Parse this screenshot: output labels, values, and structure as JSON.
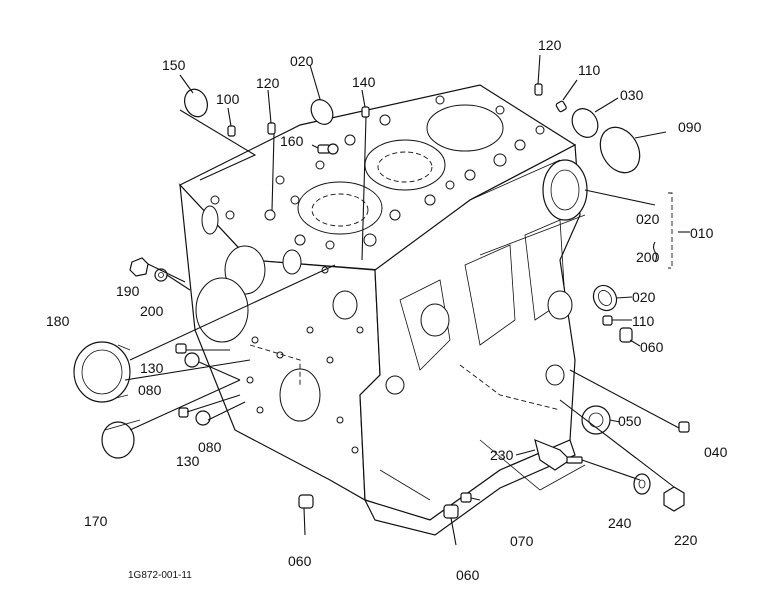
{
  "labels": {
    "l150": "150",
    "l100": "100",
    "l120a": "120",
    "l020a": "020",
    "l140": "140",
    "l160": "160",
    "l120b": "120",
    "l110a": "110",
    "l030": "030",
    "l090": "090",
    "l020b": "020",
    "l010": "010",
    "l200a": "200",
    "l020c": "020",
    "l110b": "110",
    "l060a": "060",
    "l190": "190",
    "l200b": "200",
    "l180": "180",
    "l130a": "130",
    "l080a": "080",
    "l130b": "130",
    "l080b": "080",
    "l170": "170",
    "l050": "050",
    "l040": "040",
    "l230": "230",
    "l240": "240",
    "l220": "220",
    "l070": "070",
    "l060b": "060",
    "l060c": "060"
  },
  "drawing_code": "1G872-001-11"
}
